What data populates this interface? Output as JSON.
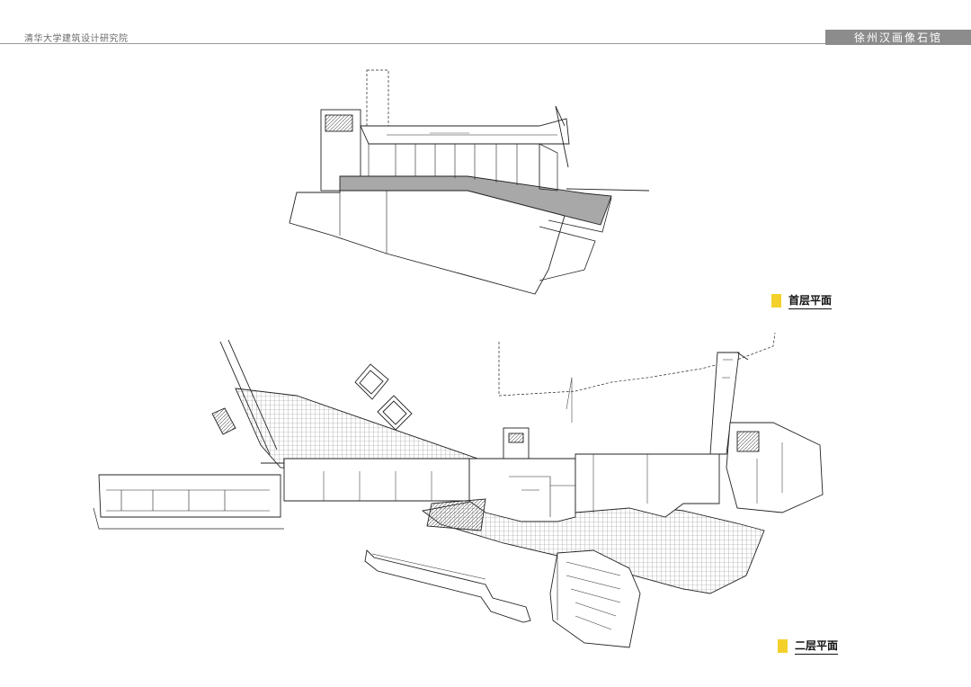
{
  "header": {
    "organization": "清华大学建筑设计研究院",
    "project_title": "徐州汉画像石馆"
  },
  "plans": {
    "ground_floor_label": "首层平面",
    "second_floor_label": "二层平面"
  },
  "colors": {
    "legend_swatch": "#f4d02a",
    "header_tab": "#8c8c8c",
    "line": "#222222",
    "paving_hatch": "#9a9a9a"
  }
}
